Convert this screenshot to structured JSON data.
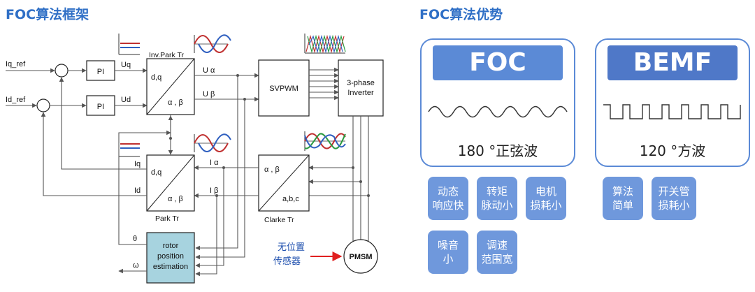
{
  "left_section": {
    "title": "FOC算法框架"
  },
  "right_section": {
    "title": "FOC算法优势"
  },
  "diagram": {
    "inputs": {
      "iq_ref": "Iq_ref",
      "id_ref": "Id_ref"
    },
    "pi1": "PI",
    "pi2": "PI",
    "uq": "Uq",
    "ud": "Ud",
    "inv_park": {
      "name": "Inv.Park Tr",
      "in": "d,q",
      "out": "α , β"
    },
    "ualpha": "U α",
    "ubeta": "U β",
    "svpwm": "SVPWM",
    "inverter": {
      "line1": "3-phase",
      "line2": "Inverter"
    },
    "park": {
      "name": "Park Tr",
      "in": "d,q",
      "out": "α , β"
    },
    "iq": "Iq",
    "id": "Id",
    "ialpha": "I α",
    "ibeta": "I β",
    "clarke": {
      "name": "Clarke Tr",
      "in": "α , β",
      "out": "a,b,c"
    },
    "rotor": {
      "line1": "rotor",
      "line2": "position",
      "line3": "estimation"
    },
    "theta": "θ",
    "omega": "ω",
    "sensorless": {
      "line1": "无位置",
      "line2": "传感器"
    },
    "pmsm": "PMSM"
  },
  "cards": {
    "foc": {
      "title": "FOC",
      "subtitle": "180 °正弦波"
    },
    "bemf": {
      "title": "BEMF",
      "subtitle": "120 °方波"
    }
  },
  "foc_advantages": [
    "动态\n响应快",
    "转矩\n脉动小",
    "电机\n损耗小",
    "噪音\n小",
    "调速\n范围宽"
  ],
  "bemf_advantages": [
    "算法\n简单",
    "开关管\n损耗小"
  ],
  "colors": {
    "accent": "#2f6fc6",
    "tile": "#6f98dc",
    "card_title": "#5b8ad6",
    "card_title_dark": "#4f78c8",
    "rotor_block": "#a7d3df",
    "sensor_arrow": "#e02020"
  }
}
